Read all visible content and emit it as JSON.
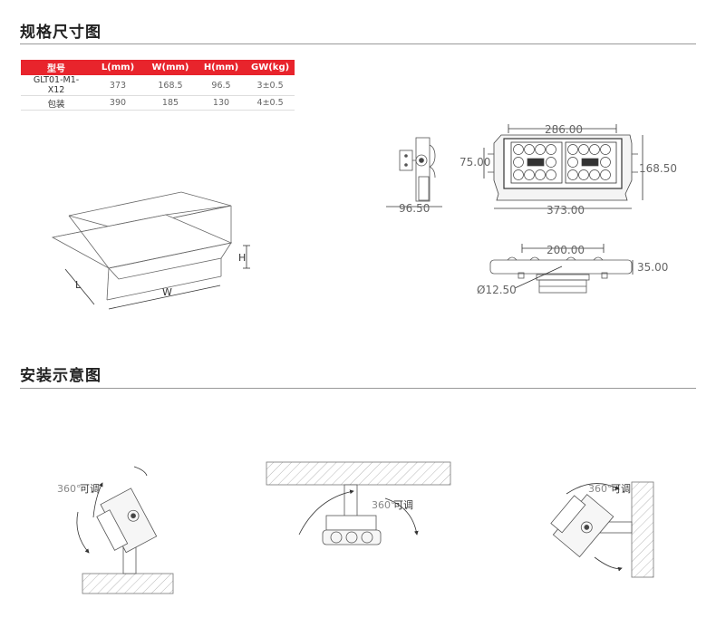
{
  "spec_section": {
    "title": "规格尺寸图"
  },
  "install_section": {
    "title": "安装示意图"
  },
  "spec_table": {
    "headers": [
      "型号",
      "L(mm)",
      "W(mm)",
      "H(mm)",
      "GW(kg)"
    ],
    "rows": [
      [
        "GLT01-M1-X12",
        "373",
        "168.5",
        "96.5",
        "3±0.5"
      ],
      [
        "包装",
        "390",
        "185",
        "130",
        "4±0.5"
      ]
    ]
  },
  "box_labels": {
    "h": "H",
    "l": "L",
    "w": "W"
  },
  "dimensions": {
    "top_width": "286.00",
    "module_height": "75.00",
    "total_height": "168.50",
    "total_width": "373.00",
    "side_depth": "96.50",
    "bracket_spacing": "200.00",
    "bottom_depth": "35.00",
    "hole_dia": "Ø12.50"
  },
  "install": {
    "rotate_deg": "360°",
    "rotate_text": "可调"
  }
}
